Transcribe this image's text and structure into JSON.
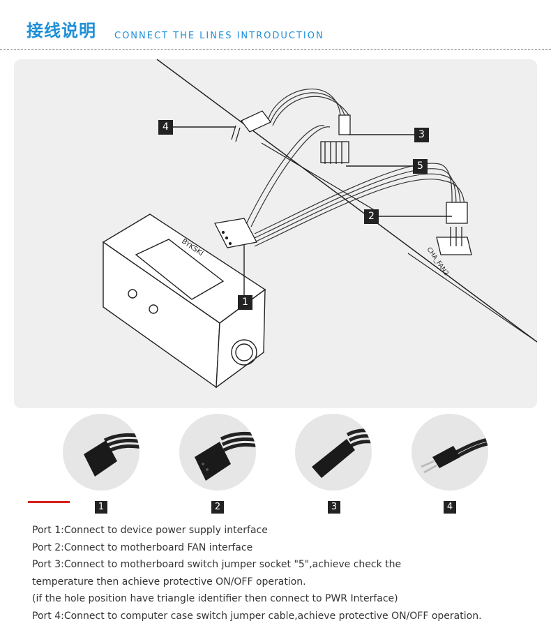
{
  "header": {
    "title_cn": "接线说明",
    "title_en": "CONNECT THE LINES INTRODUCTION"
  },
  "diagram": {
    "device_brand": "BYKSKI",
    "header_label": "CHA_FAN2",
    "tags": [
      "1",
      "2",
      "3",
      "4",
      "5"
    ]
  },
  "ports": {
    "numbers": [
      "1",
      "2",
      "3",
      "4"
    ]
  },
  "descriptions": [
    "Port 1:Connect to device power supply interface",
    "Port 2:Connect to motherboard FAN interface",
    "Port 3:Connect to motherboard switch jumper socket \"5\",achieve check the",
    "temperature then achieve protective ON/OFF operation.",
    "(if the hole position have triangle identifier then connect to PWR Interface)",
    "Port 4:Connect to computer case switch jumper cable,achieve protective ON/OFF operation."
  ],
  "colors": {
    "accent": "#1e8fd8",
    "red_bar": "#d9201f",
    "tag_bg": "#222222",
    "panel_bg": "#efefef"
  }
}
